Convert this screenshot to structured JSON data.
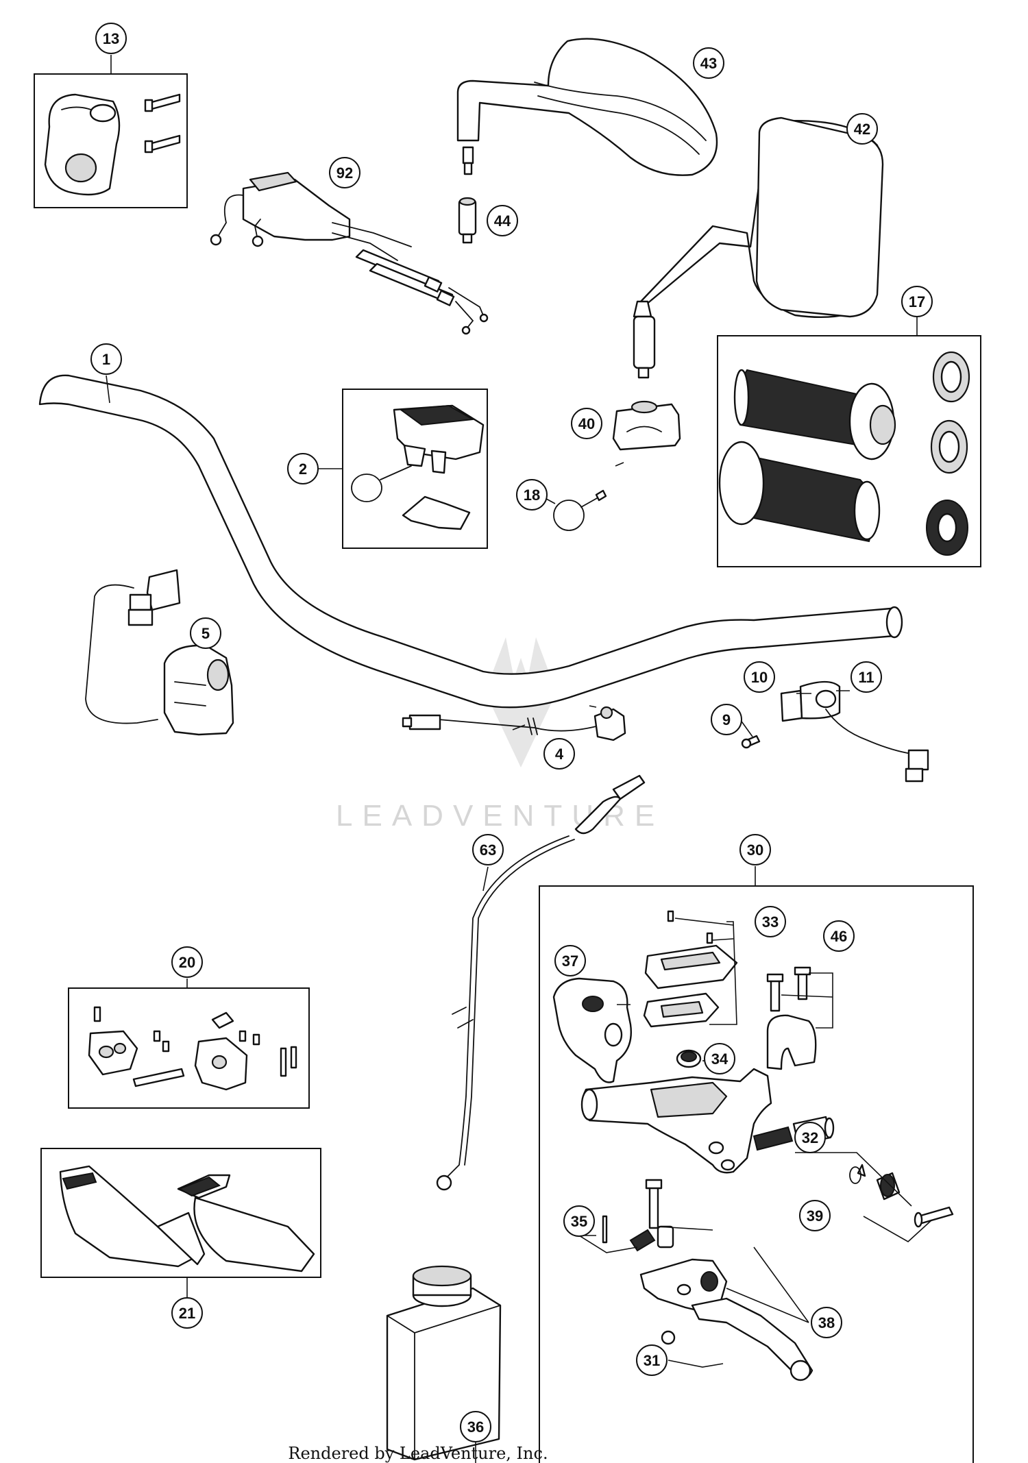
{
  "footer": {
    "credit": "Rendered by LeadVenture, Inc."
  },
  "watermark": {
    "text": "LEADVENTURE"
  },
  "callouts": {
    "c1": "1",
    "c2": "2",
    "c4": "4",
    "c5": "5",
    "c9": "9",
    "c10": "10",
    "c11": "11",
    "c13": "13",
    "c17": "17",
    "c18": "18",
    "c20": "20",
    "c21": "21",
    "c30": "30",
    "c31": "31",
    "c32": "32",
    "c33": "33",
    "c34": "34",
    "c35": "35",
    "c36": "36",
    "c37": "37",
    "c38": "38",
    "c39": "39",
    "c40": "40",
    "c42": "42",
    "c43": "43",
    "c44": "44",
    "c46": "46",
    "c63": "63",
    "c92": "92"
  }
}
